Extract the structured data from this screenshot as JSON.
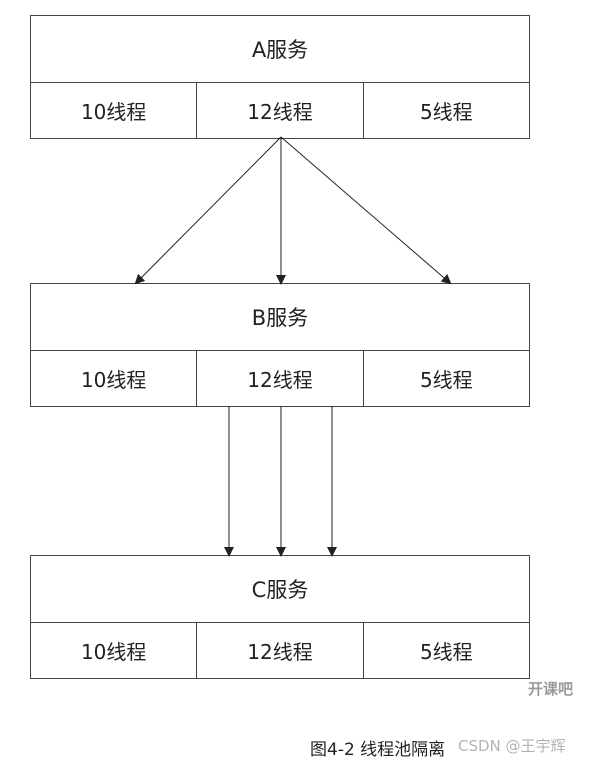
{
  "services": [
    {
      "title": "A服务",
      "cells": [
        "10线程",
        "12线程",
        "5线程"
      ]
    },
    {
      "title": "B服务",
      "cells": [
        "10线程",
        "12线程",
        "5线程"
      ]
    },
    {
      "title": "C服务",
      "cells": [
        "10线程",
        "12线程",
        "5线程"
      ]
    }
  ],
  "caption": "图4-2 线程池隔离",
  "watermark": "开课吧",
  "credit": "CSDN @王宇辉",
  "colors": {
    "line": "#444444",
    "arrow": "#222222",
    "watermark": "#9a9a9a",
    "credit": "#b3b3b3"
  }
}
